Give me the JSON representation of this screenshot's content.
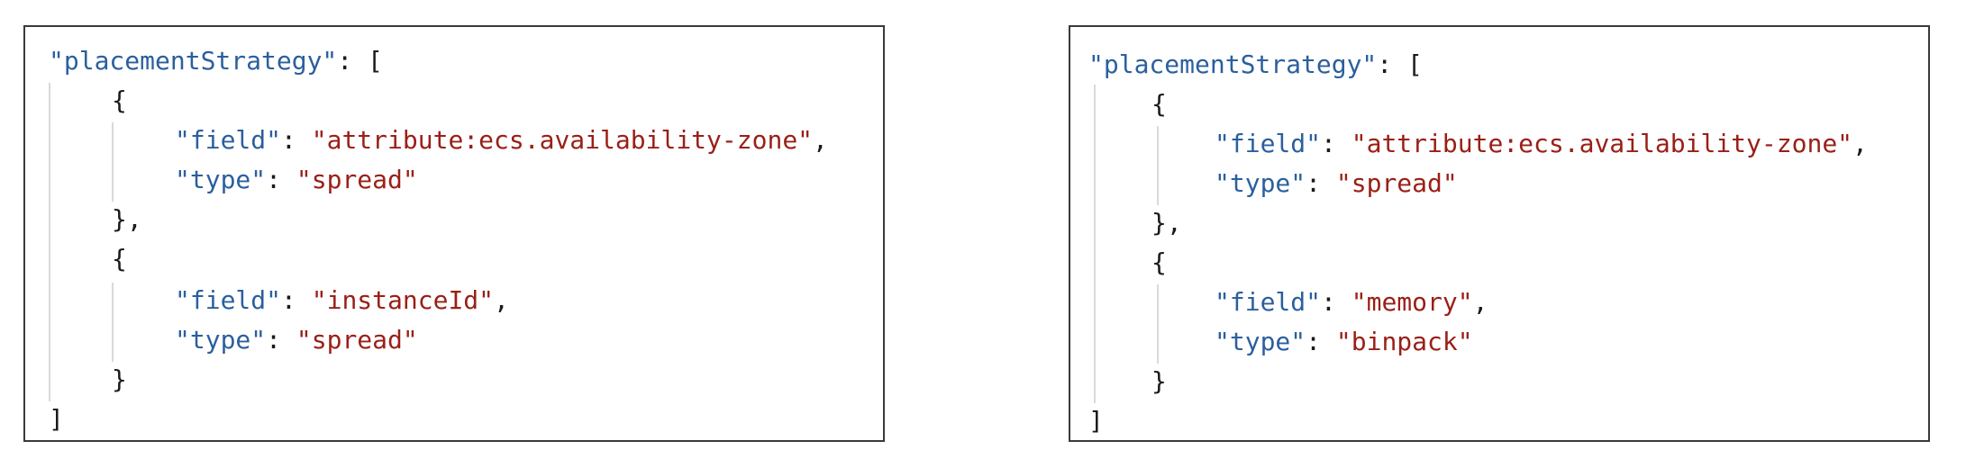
{
  "left_block": {
    "key": "\"placementStrategy\"",
    "open_bracket": ": [",
    "item1": {
      "open": "{",
      "field_key": "\"field\"",
      "field_value": "\"attribute:ecs.availability-zone\"",
      "type_key": "\"type\"",
      "type_value": "\"spread\"",
      "close": "},"
    },
    "item2": {
      "open": "{",
      "field_key": "\"field\"",
      "field_value": "\"instanceId\"",
      "type_key": "\"type\"",
      "type_value": "\"spread\"",
      "close": "}"
    },
    "close_bracket": "]"
  },
  "right_block": {
    "key": "\"placementStrategy\"",
    "open_bracket": ": [",
    "item1": {
      "open": "{",
      "field_key": "\"field\"",
      "field_value": "\"attribute:ecs.availability-zone\"",
      "type_key": "\"type\"",
      "type_value": "\"spread\"",
      "close": "},"
    },
    "item2": {
      "open": "{",
      "field_key": "\"field\"",
      "field_value": "\"memory\"",
      "type_key": "\"type\"",
      "type_value": "\"binpack\"",
      "close": "}"
    },
    "close_bracket": "]"
  },
  "punctuation": {
    "colon": ": ",
    "comma": ","
  },
  "colors": {
    "key": "#2b5f9e",
    "string": "#9a1f17",
    "text": "#1a1a1a",
    "border": "#3a3a3a",
    "guide": "#d9d9d9"
  }
}
